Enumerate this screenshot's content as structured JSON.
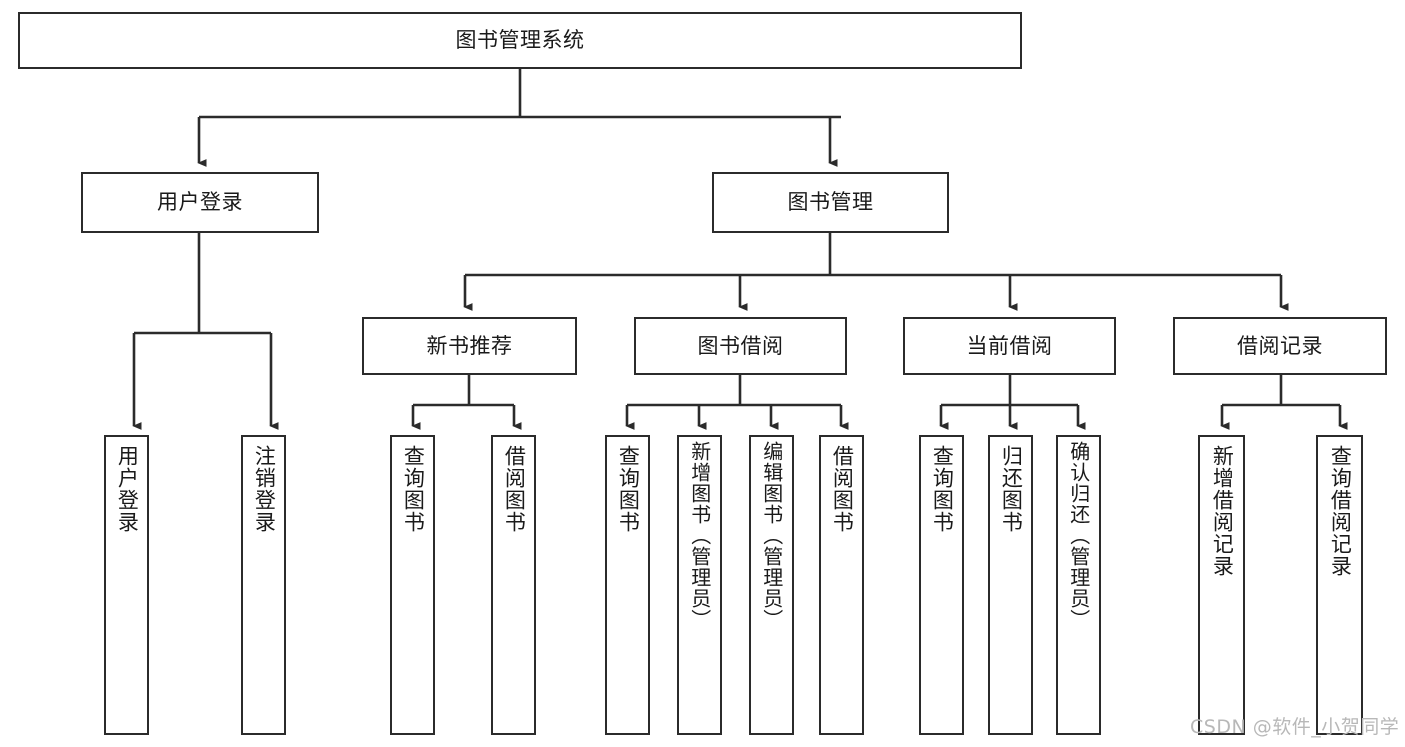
{
  "diagram": {
    "title": "图书管理系统",
    "type": "tree-hierarchy-chart",
    "root": {
      "label": "图书管理系统"
    },
    "level2": [
      {
        "label": "用户登录"
      },
      {
        "label": "图书管理"
      }
    ],
    "level3": [
      {
        "label": "新书推荐"
      },
      {
        "label": "图书借阅"
      },
      {
        "label": "当前借阅"
      },
      {
        "label": "借阅记录"
      }
    ],
    "leaves": {
      "user_login": [
        {
          "label": "用户登录"
        },
        {
          "label": "注销登录"
        }
      ],
      "new_book_recommend": [
        {
          "label": "查询图书"
        },
        {
          "label": "借阅图书"
        }
      ],
      "book_borrow": [
        {
          "label": "查询图书"
        },
        {
          "label": "新增图书（管理员）"
        },
        {
          "label": "编辑图书（管理员）"
        },
        {
          "label": "借阅图书"
        }
      ],
      "current_borrow": [
        {
          "label": "查询图书"
        },
        {
          "label": "归还图书"
        },
        {
          "label": "确认归还（管理员）"
        }
      ],
      "borrow_record": [
        {
          "label": "新增借阅记录"
        },
        {
          "label": "查询借阅记录"
        }
      ]
    }
  },
  "watermark": {
    "text": "CSDN @软件_小贺同学"
  },
  "colors": {
    "border": "#2b2b2b",
    "text": "#1a1a1a",
    "background": "#ffffff",
    "watermark": "#b8b8b8"
  }
}
